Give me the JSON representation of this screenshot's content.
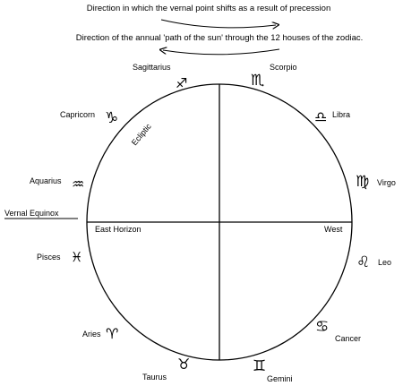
{
  "captions": {
    "precession": "Direction in which the vernal point shifts as a result of precession",
    "sun_path": "Direction of the annual 'path of the sun' through the 12 houses of the zodiac."
  },
  "circle_labels": {
    "ecliptic": "Ecliptic",
    "east_horizon": "East Horizon",
    "west": "West",
    "vernal_equinox": "Vernal Equinox"
  },
  "signs": [
    {
      "name": "Sagittarius",
      "symbol": "♐"
    },
    {
      "name": "Scorpio",
      "symbol": "♏"
    },
    {
      "name": "Libra",
      "symbol": "♎"
    },
    {
      "name": "Virgo",
      "symbol": "♍"
    },
    {
      "name": "Leo",
      "symbol": "♌"
    },
    {
      "name": "Cancer",
      "symbol": "♋"
    },
    {
      "name": "Gemini",
      "symbol": "♊"
    },
    {
      "name": "Taurus",
      "symbol": "♉"
    },
    {
      "name": "Aries",
      "symbol": "♈"
    },
    {
      "name": "Pisces",
      "symbol": "♓"
    },
    {
      "name": "Aquarius",
      "symbol": "♒"
    },
    {
      "name": "Capricorn",
      "symbol": "♑"
    }
  ]
}
